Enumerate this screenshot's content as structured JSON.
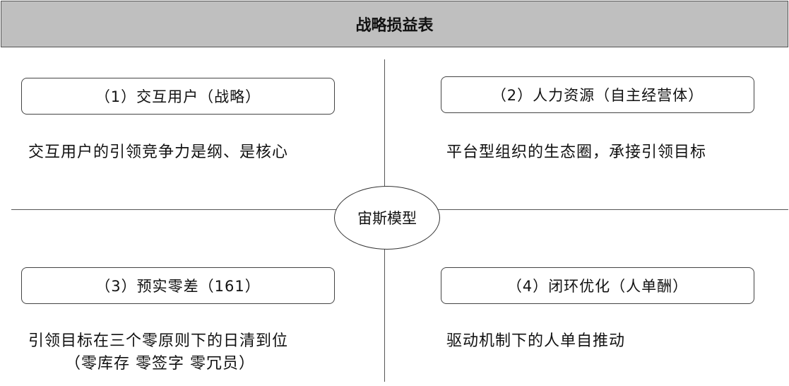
{
  "title": "战略损益表",
  "center": "宙斯模型",
  "quadrants": [
    {
      "box_label": "（1）交互用户（战略）",
      "text_lines": [
        "交互用户的引领竞争力是纲、是核心"
      ]
    },
    {
      "box_label": "（2）人力资源（自主经营体）",
      "text_lines": [
        "平台型组织的生态圈，承接引领目标"
      ]
    },
    {
      "box_label": "（3）预实零差（161）",
      "text_lines": [
        "引领目标在三个零原则下的日清到位",
        "（零库存  零签字  零冗员）"
      ]
    },
    {
      "box_label": "（4）闭环优化（人单酬）",
      "text_lines": [
        "驱动机制下的人单自推动"
      ]
    }
  ]
}
